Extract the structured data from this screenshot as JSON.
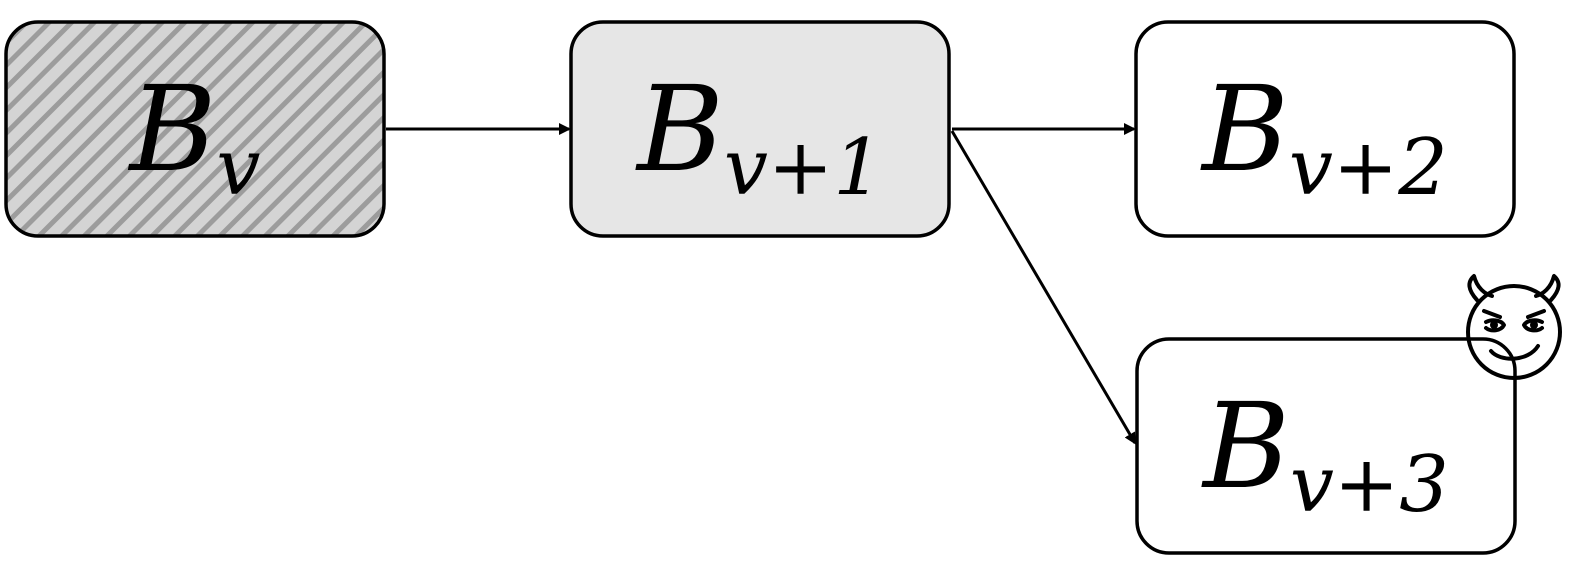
{
  "blocks": [
    {
      "id": "b0",
      "base": "B",
      "sub_var": "v",
      "sub_op": "",
      "sub_num": "",
      "style": "hatched"
    },
    {
      "id": "b1",
      "base": "B",
      "sub_var": "v",
      "sub_op": "+",
      "sub_num": "1",
      "style": "gray"
    },
    {
      "id": "b2",
      "base": "B",
      "sub_var": "v",
      "sub_op": "+",
      "sub_num": "2",
      "style": "white"
    },
    {
      "id": "b3",
      "base": "B",
      "sub_var": "v",
      "sub_op": "+",
      "sub_num": "3",
      "style": "white"
    }
  ],
  "edges": [
    {
      "from": "b0",
      "to": "b1"
    },
    {
      "from": "b1",
      "to": "b2"
    },
    {
      "from": "b1",
      "to": "b3"
    }
  ],
  "annotations": {
    "malicious_block": "b3",
    "icon": "devil-face-icon"
  },
  "colors": {
    "stroke": "#000000",
    "gray_fill": "#e6e6e6",
    "hatch_bg": "#d4d4d4",
    "hatch_line": "#9c9c9c",
    "white_fill": "#ffffff"
  }
}
